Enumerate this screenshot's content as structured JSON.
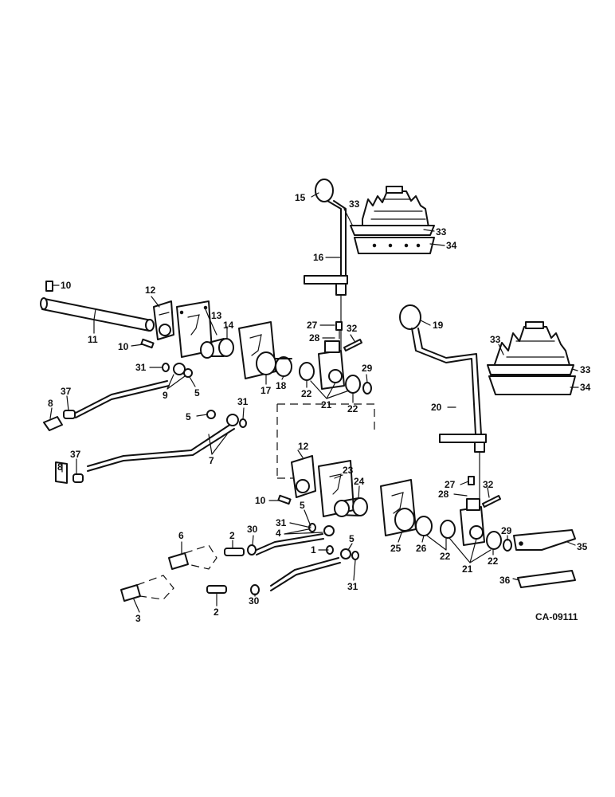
{
  "drawing_code": "CA-09111",
  "callouts": [
    {
      "id": "c15",
      "text": "15"
    },
    {
      "id": "c33a",
      "text": "33"
    },
    {
      "id": "c33b",
      "text": "33"
    },
    {
      "id": "c34a",
      "text": "34"
    },
    {
      "id": "c16",
      "text": "16"
    },
    {
      "id": "c10a",
      "text": "10"
    },
    {
      "id": "c12a",
      "text": "12"
    },
    {
      "id": "c13",
      "text": "13"
    },
    {
      "id": "c14",
      "text": "14"
    },
    {
      "id": "c11",
      "text": "11"
    },
    {
      "id": "c10b",
      "text": "10"
    },
    {
      "id": "c27a",
      "text": "27"
    },
    {
      "id": "c32a",
      "text": "32"
    },
    {
      "id": "c28a",
      "text": "28"
    },
    {
      "id": "c19",
      "text": "19"
    },
    {
      "id": "c33c",
      "text": "33"
    },
    {
      "id": "c33d",
      "text": "33"
    },
    {
      "id": "c34b",
      "text": "34"
    },
    {
      "id": "c31a",
      "text": "31"
    },
    {
      "id": "c9",
      "text": "9"
    },
    {
      "id": "c5a",
      "text": "5"
    },
    {
      "id": "c17",
      "text": "17"
    },
    {
      "id": "c18",
      "text": "18"
    },
    {
      "id": "c22a",
      "text": "22"
    },
    {
      "id": "c21a",
      "text": "21"
    },
    {
      "id": "c29a",
      "text": "29"
    },
    {
      "id": "c22b",
      "text": "22"
    },
    {
      "id": "c37a",
      "text": "37"
    },
    {
      "id": "c8a",
      "text": "8"
    },
    {
      "id": "c31b",
      "text": "31"
    },
    {
      "id": "c5b",
      "text": "5"
    },
    {
      "id": "c20",
      "text": "20"
    },
    {
      "id": "c7",
      "text": "7"
    },
    {
      "id": "c12b",
      "text": "12"
    },
    {
      "id": "c23",
      "text": "23"
    },
    {
      "id": "c24",
      "text": "24"
    },
    {
      "id": "c37b",
      "text": "37"
    },
    {
      "id": "c8b",
      "text": "8"
    },
    {
      "id": "c27b",
      "text": "27"
    },
    {
      "id": "c32b",
      "text": "32"
    },
    {
      "id": "c28b",
      "text": "28"
    },
    {
      "id": "c10c",
      "text": "10"
    },
    {
      "id": "c5c",
      "text": "5"
    },
    {
      "id": "c31c",
      "text": "31"
    },
    {
      "id": "c6",
      "text": "6"
    },
    {
      "id": "c2a",
      "text": "2"
    },
    {
      "id": "c30a",
      "text": "30"
    },
    {
      "id": "c4",
      "text": "4"
    },
    {
      "id": "c25",
      "text": "25"
    },
    {
      "id": "c26",
      "text": "26"
    },
    {
      "id": "c22c",
      "text": "22"
    },
    {
      "id": "c29b",
      "text": "29"
    },
    {
      "id": "c35",
      "text": "35"
    },
    {
      "id": "c5d",
      "text": "5"
    },
    {
      "id": "c1",
      "text": "1"
    },
    {
      "id": "c31d",
      "text": "31"
    },
    {
      "id": "c22d",
      "text": "22"
    },
    {
      "id": "c21b",
      "text": "21"
    },
    {
      "id": "c36",
      "text": "36"
    },
    {
      "id": "c3",
      "text": "3"
    },
    {
      "id": "c2b",
      "text": "2"
    },
    {
      "id": "c30b",
      "text": "30"
    }
  ]
}
